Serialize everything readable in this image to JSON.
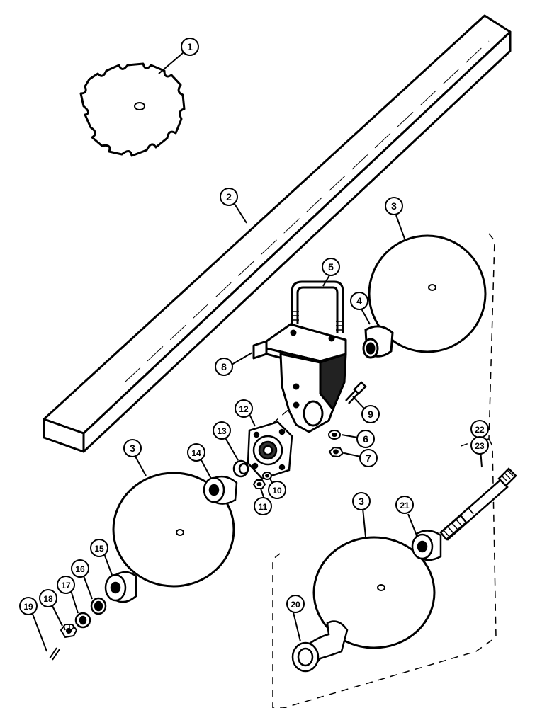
{
  "diagram": {
    "callouts": [
      {
        "id": "c1",
        "label": "1"
      },
      {
        "id": "c2",
        "label": "2"
      },
      {
        "id": "c3a",
        "label": "3"
      },
      {
        "id": "c3b",
        "label": "3"
      },
      {
        "id": "c3c",
        "label": "3"
      },
      {
        "id": "c4",
        "label": "4"
      },
      {
        "id": "c5",
        "label": "5"
      },
      {
        "id": "c6",
        "label": "6"
      },
      {
        "id": "c7",
        "label": "7"
      },
      {
        "id": "c8",
        "label": "8"
      },
      {
        "id": "c9",
        "label": "9"
      },
      {
        "id": "c10",
        "label": "10"
      },
      {
        "id": "c11",
        "label": "11"
      },
      {
        "id": "c12",
        "label": "12"
      },
      {
        "id": "c13",
        "label": "13"
      },
      {
        "id": "c14",
        "label": "14"
      },
      {
        "id": "c15",
        "label": "15"
      },
      {
        "id": "c16",
        "label": "16"
      },
      {
        "id": "c17",
        "label": "17"
      },
      {
        "id": "c18",
        "label": "18"
      },
      {
        "id": "c19",
        "label": "19"
      },
      {
        "id": "c20",
        "label": "20"
      },
      {
        "id": "c21",
        "label": "21"
      },
      {
        "id": "c22",
        "label": "22"
      },
      {
        "id": "c23",
        "label": "23"
      }
    ]
  }
}
